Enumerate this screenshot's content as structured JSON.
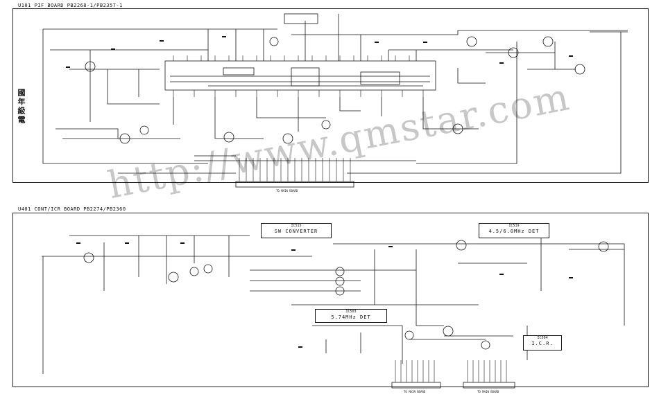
{
  "boards": {
    "top": {
      "label": "U101 PIF   BOARD PB2268-1/PB2357-1",
      "cjk": "國年級電"
    },
    "bottom": {
      "label": "U401 CONT/ICR BOARD PB2274/PB2360"
    }
  },
  "watermark": "http://www.qmstar.com",
  "ic_blocks": {
    "sw_converter": {
      "ref": "IC515",
      "name": "SW CONVERTER"
    },
    "det_45": {
      "ref": "IC519",
      "name": "4.5/6.0MHz DET"
    },
    "det_574": {
      "ref": "IC503",
      "name": "5.74MHz DET"
    },
    "icr": {
      "ref": "IC504",
      "name": "I.C.R."
    }
  },
  "connectors": {
    "top_main": "TO MAIN BOARD",
    "bottom_left": "TO MAIN BOARD",
    "bottom_right": "TO MAIN BOARD"
  },
  "colors": {
    "ink": "#111111",
    "paper": "#ffffff",
    "watermark": "#8a8a8a"
  }
}
